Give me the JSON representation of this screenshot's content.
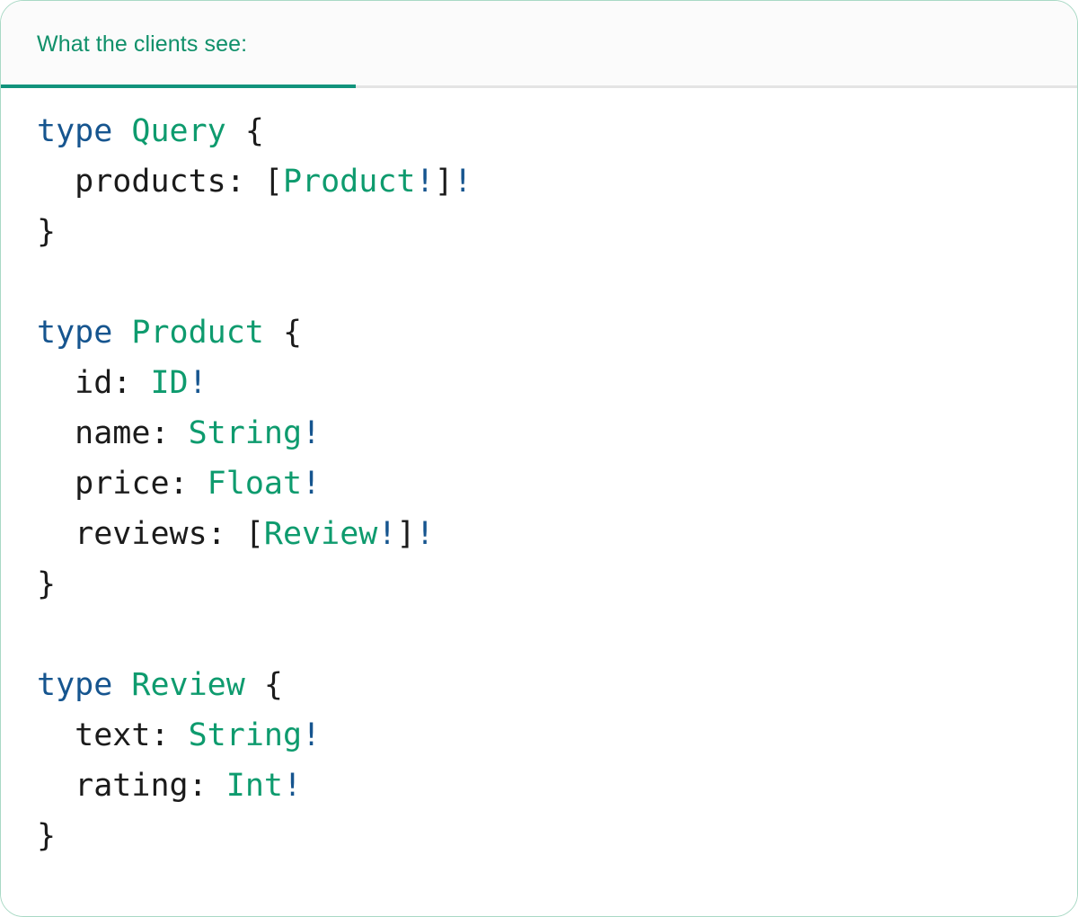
{
  "card": {
    "border_color": "#a9d9c5",
    "background": "#ffffff"
  },
  "tabbar": {
    "active_tab_label": "What the clients see:",
    "active_tab_color": "#10906a",
    "underline_color": "#11937c",
    "divider_color": "#e4e4e4",
    "background": "#fbfbfb"
  },
  "syntax_colors": {
    "keyword": "#16558f",
    "type_name": "#0e9b6e",
    "punctuation": "#1b1b1b",
    "field": "#1b1b1b",
    "non_null": "#16558f"
  },
  "code": {
    "language": "graphql",
    "lines": [
      {
        "id": "l1",
        "text": "type Query {"
      },
      {
        "id": "l2",
        "text": "  products: [Product!]!"
      },
      {
        "id": "l3",
        "text": "}"
      },
      {
        "id": "l4",
        "text": ""
      },
      {
        "id": "l5",
        "text": "type Product {"
      },
      {
        "id": "l6",
        "text": "  id: ID!"
      },
      {
        "id": "l7",
        "text": "  name: String!"
      },
      {
        "id": "l8",
        "text": "  price: Float!"
      },
      {
        "id": "l9",
        "text": "  reviews: [Review!]!"
      },
      {
        "id": "l10",
        "text": "}"
      },
      {
        "id": "l11",
        "text": ""
      },
      {
        "id": "l12",
        "text": "type Review {"
      },
      {
        "id": "l13",
        "text": "  text: String!"
      },
      {
        "id": "l14",
        "text": "  rating: Int!"
      },
      {
        "id": "l15",
        "text": "}"
      }
    ],
    "types": [
      "Query",
      "Product",
      "Review"
    ],
    "scalars": [
      "ID",
      "String",
      "Float",
      "Int"
    ],
    "fields": [
      {
        "owner": "Query",
        "name": "products",
        "type": "[Product!]!"
      },
      {
        "owner": "Product",
        "name": "id",
        "type": "ID!"
      },
      {
        "owner": "Product",
        "name": "name",
        "type": "String!"
      },
      {
        "owner": "Product",
        "name": "price",
        "type": "Float!"
      },
      {
        "owner": "Product",
        "name": "reviews",
        "type": "[Review!]!"
      },
      {
        "owner": "Review",
        "name": "text",
        "type": "String!"
      },
      {
        "owner": "Review",
        "name": "rating",
        "type": "Int!"
      }
    ],
    "tokens": {
      "l1": [
        [
          "type",
          "kw"
        ],
        [
          " ",
          "punct"
        ],
        [
          "Query",
          "name"
        ],
        [
          " ",
          "punct"
        ],
        [
          "{",
          "punct"
        ]
      ],
      "l2": [
        [
          "  ",
          "punct"
        ],
        [
          "products",
          "field"
        ],
        [
          ": ",
          "punct"
        ],
        [
          "[",
          "punct"
        ],
        [
          "Product",
          "name"
        ],
        [
          "!",
          "bang"
        ],
        [
          "]",
          "punct"
        ],
        [
          "!",
          "bang"
        ]
      ],
      "l3": [
        [
          "}",
          "punct"
        ]
      ],
      "l4": [],
      "l5": [
        [
          "type",
          "kw"
        ],
        [
          " ",
          "punct"
        ],
        [
          "Product",
          "name"
        ],
        [
          " ",
          "punct"
        ],
        [
          "{",
          "punct"
        ]
      ],
      "l6": [
        [
          "  ",
          "punct"
        ],
        [
          "id",
          "field"
        ],
        [
          ": ",
          "punct"
        ],
        [
          "ID",
          "name"
        ],
        [
          "!",
          "bang"
        ]
      ],
      "l7": [
        [
          "  ",
          "punct"
        ],
        [
          "name",
          "field"
        ],
        [
          ": ",
          "punct"
        ],
        [
          "String",
          "name"
        ],
        [
          "!",
          "bang"
        ]
      ],
      "l8": [
        [
          "  ",
          "punct"
        ],
        [
          "price",
          "field"
        ],
        [
          ": ",
          "punct"
        ],
        [
          "Float",
          "name"
        ],
        [
          "!",
          "bang"
        ]
      ],
      "l9": [
        [
          "  ",
          "punct"
        ],
        [
          "reviews",
          "field"
        ],
        [
          ": ",
          "punct"
        ],
        [
          "[",
          "punct"
        ],
        [
          "Review",
          "name"
        ],
        [
          "!",
          "bang"
        ],
        [
          "]",
          "punct"
        ],
        [
          "!",
          "bang"
        ]
      ],
      "l10": [
        [
          "}",
          "punct"
        ]
      ],
      "l11": [],
      "l12": [
        [
          "type",
          "kw"
        ],
        [
          " ",
          "punct"
        ],
        [
          "Review",
          "name"
        ],
        [
          " ",
          "punct"
        ],
        [
          "{",
          "punct"
        ]
      ],
      "l13": [
        [
          "  ",
          "punct"
        ],
        [
          "text",
          "field"
        ],
        [
          ": ",
          "punct"
        ],
        [
          "String",
          "name"
        ],
        [
          "!",
          "bang"
        ]
      ],
      "l14": [
        [
          "  ",
          "punct"
        ],
        [
          "rating",
          "field"
        ],
        [
          ": ",
          "punct"
        ],
        [
          "Int",
          "name"
        ],
        [
          "!",
          "bang"
        ]
      ],
      "l15": [
        [
          "}",
          "punct"
        ]
      ]
    }
  }
}
